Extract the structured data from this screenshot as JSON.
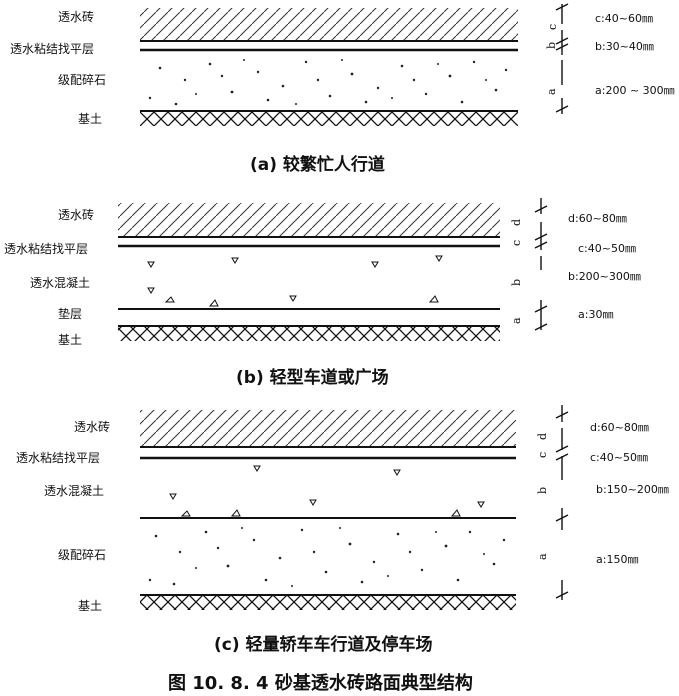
{
  "figure_title": "图 10. 8. 4   砂基透水砖路面典型结构",
  "panels": [
    {
      "caption": "(a) 较繁忙人行道",
      "layers": {
        "brick": "透水砖",
        "bond": "透水粘结找平层",
        "base": "级配碎石",
        "soil": "基土"
      },
      "dims": {
        "c": "c:40~60㎜",
        "b": "b:30~40㎜",
        "a": "a:200 ~ 300㎜"
      },
      "dim_letters": [
        "c",
        "b",
        "a"
      ]
    },
    {
      "caption": "(b) 轻型车道或广场",
      "layers": {
        "brick": "透水砖",
        "bond": "透水粘结找平层",
        "concrete": "透水混凝土",
        "cushion": "垫层",
        "soil": "基土"
      },
      "dims": {
        "d": "d:60~80㎜",
        "c": "c:40~50㎜",
        "b": "b:200~300㎜",
        "a": "a:30㎜"
      },
      "dim_letters": [
        "d",
        "c",
        "b",
        "a"
      ]
    },
    {
      "caption": "(c) 轻量轿车车行道及停车场",
      "layers": {
        "brick": "透水砖",
        "bond": "透水粘结找平层",
        "concrete": "透水混凝土",
        "base": "级配碎石",
        "soil": "基土"
      },
      "dims": {
        "d": "d:60~80㎜",
        "c": "c:40~50㎜",
        "b": "b:150~200㎜",
        "a": "a:150㎜"
      },
      "dim_letters": [
        "d",
        "c",
        "b",
        "a"
      ]
    }
  ],
  "colors": {
    "ink": "#111111",
    "background": "#ffffff"
  }
}
